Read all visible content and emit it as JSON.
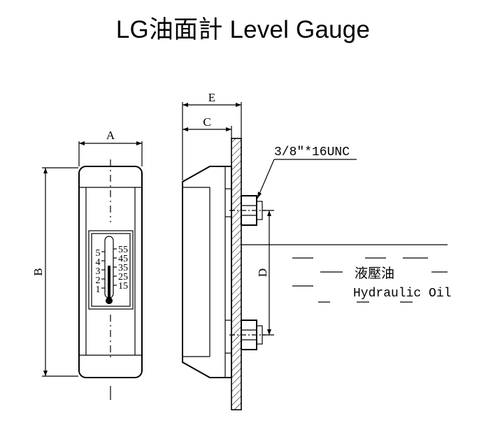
{
  "title": "LG油面計 Level Gauge",
  "dimensions": {
    "a": "A",
    "b": "B",
    "c": "C",
    "d": "D",
    "e": "E"
  },
  "thread_spec": "3/8\"*16UNC",
  "oil_label_cn": "液壓油",
  "oil_label_en": "Hydraulic Oil",
  "scale": {
    "left": [
      "5",
      "4",
      "3",
      "2",
      "1"
    ],
    "right": [
      "55",
      "45",
      "35",
      "25",
      "15"
    ]
  },
  "colors": {
    "line": "#000000",
    "background": "#ffffff"
  }
}
